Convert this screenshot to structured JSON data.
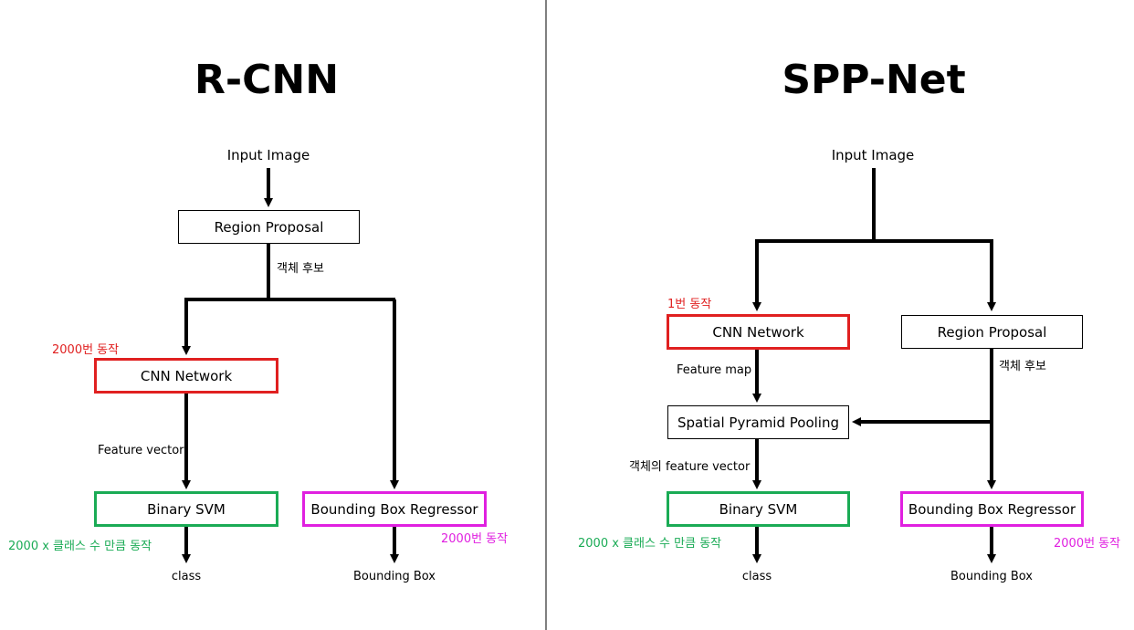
{
  "colors": {
    "red": "#e02020",
    "green": "#1aab55",
    "magenta": "#e020e0",
    "line": "#000000"
  },
  "rcnn": {
    "title": "R-CNN",
    "input": "Input Image",
    "region_proposal": "Region Proposal",
    "candidates": "객체 후보",
    "cnn": "CNN Network",
    "cnn_note": "2000번 동작",
    "feature_vector": "Feature vector",
    "svm": "Binary SVM",
    "svm_note": "2000 x 클래스 수 만큼 동작",
    "bbox": "Bounding Box Regressor",
    "bbox_note": "2000번 동작",
    "class_out": "class",
    "bbox_out": "Bounding Box"
  },
  "sppnet": {
    "title": "SPP-Net",
    "input": "Input Image",
    "cnn": "CNN Network",
    "cnn_note": "1번 동작",
    "region_proposal": "Region Proposal",
    "candidates": "객체 후보",
    "feature_map": "Feature map",
    "spp": "Spatial Pyramid Pooling",
    "object_feature_vector": "객체의 feature vector",
    "svm": "Binary SVM",
    "svm_note": "2000 x 클래스 수 만큼 동작",
    "bbox": "Bounding Box Regressor",
    "bbox_note": "2000번 동작",
    "class_out": "class",
    "bbox_out": "Bounding Box"
  }
}
